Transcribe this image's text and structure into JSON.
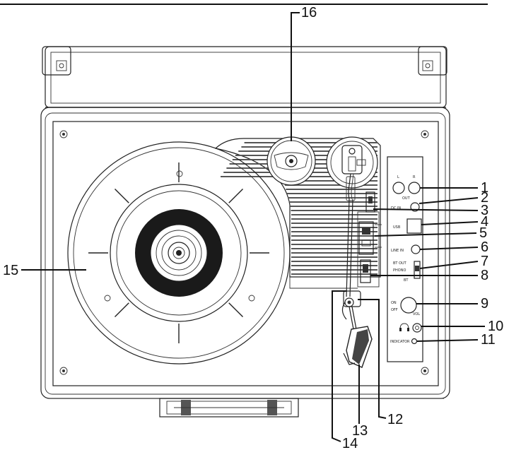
{
  "callouts": [
    {
      "number": "1"
    },
    {
      "number": "2"
    },
    {
      "number": "3"
    },
    {
      "number": "4"
    },
    {
      "number": "5"
    },
    {
      "number": "6"
    },
    {
      "number": "7"
    },
    {
      "number": "8"
    },
    {
      "number": "9"
    },
    {
      "number": "10"
    },
    {
      "number": "11"
    },
    {
      "number": "12"
    },
    {
      "number": "13"
    },
    {
      "number": "14"
    },
    {
      "number": "15"
    },
    {
      "number": "16"
    }
  ],
  "panel_labels": {
    "l": "L",
    "r": "R",
    "out": "OUT",
    "dc_in": "DC IN",
    "usb": "USB",
    "line_in": "LINE IN",
    "bt_out": "BT OUT",
    "phono": "PHONO",
    "bt": "BT",
    "on": "ON",
    "off": "OFF",
    "vol": "VOL",
    "headphone_icon": "headphone-icon",
    "indicator": "INDICATOR"
  }
}
